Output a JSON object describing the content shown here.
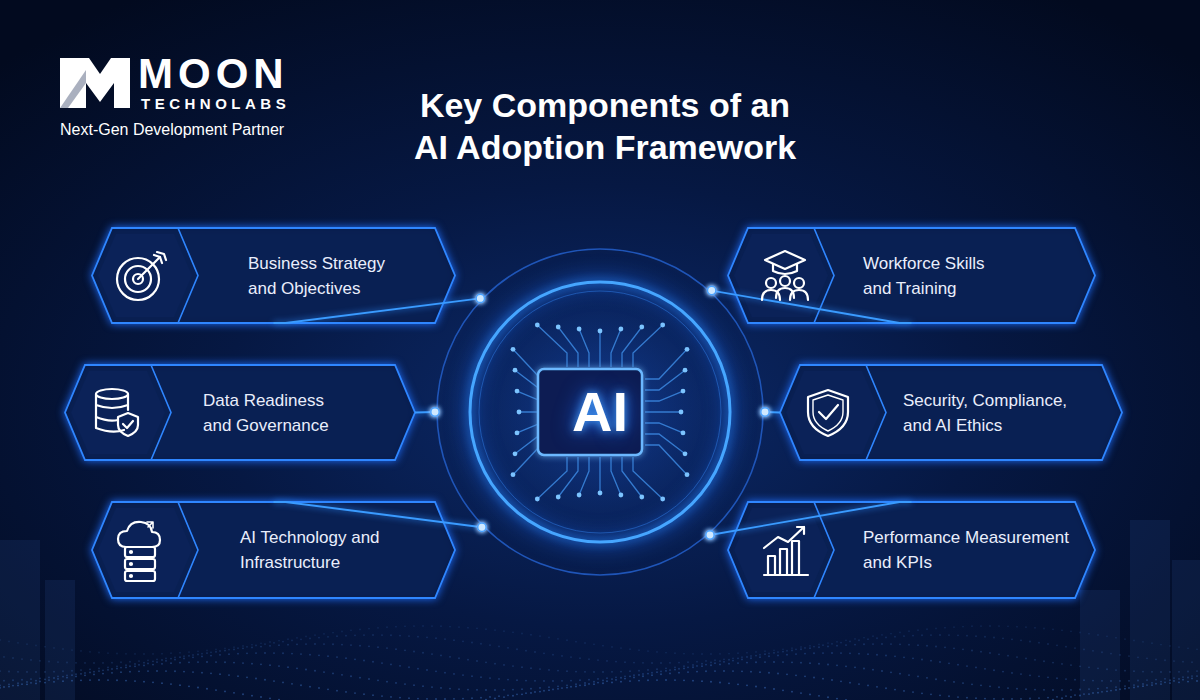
{
  "diagram": {
    "title": "Key Components of an AI Adoption Framework",
    "nodes": [
      {
        "text": [
          "Business Strategy and Objectives"
        ]
      },
      {
        "text": [
          "Workforce Skills and Training"
        ]
      },
      {
        "text": [
          "Data Readiness and Governance"
        ]
      },
      {
        "text": [
          "Security, Compliance, and AI Ethics"
        ]
      },
      {
        "text": [
          "AI Technology and Infrastructure"
        ]
      },
      {
        "text": [
          "Performance Measurement and KPIs"
        ]
      },
      {
        "text": [
          "AI"
        ]
      }
    ],
    "edges": [
      {
        "from": 0,
        "to": 6,
        "arrow": "none"
      },
      {
        "from": 1,
        "to": 6,
        "arrow": "none"
      },
      {
        "from": 2,
        "to": 6,
        "arrow": "none"
      },
      {
        "from": 3,
        "to": 6,
        "arrow": "none"
      },
      {
        "from": 4,
        "to": 6,
        "arrow": "none"
      },
      {
        "from": 5,
        "to": 6,
        "arrow": "none"
      }
    ],
    "labels": [
      "MOON",
      "TECHNOLABS",
      "Next-Gen Development Partner"
    ]
  }
}
